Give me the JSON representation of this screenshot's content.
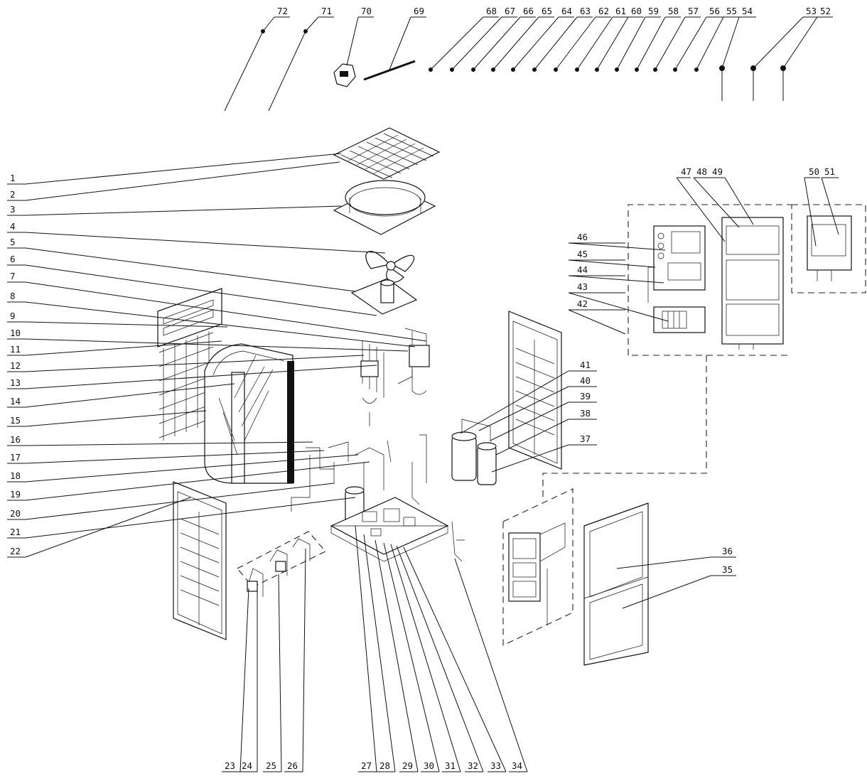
{
  "callouts": {
    "left": [
      "1",
      "2",
      "3",
      "4",
      "5",
      "6",
      "7",
      "8",
      "9",
      "10",
      "11",
      "12",
      "13",
      "14",
      "15",
      "16",
      "17",
      "18",
      "19",
      "20",
      "21",
      "22"
    ],
    "bottom": [
      "23",
      "24",
      "25",
      "26",
      "27",
      "28",
      "29",
      "30",
      "31",
      "32",
      "33",
      "34"
    ],
    "right": [
      "35",
      "36",
      "37",
      "38",
      "39",
      "40",
      "41",
      "42",
      "43",
      "44",
      "45",
      "46"
    ],
    "box": [
      "47",
      "48",
      "49",
      "50",
      "51"
    ],
    "top": [
      "52",
      "53",
      "54",
      "55",
      "56",
      "57",
      "58",
      "59",
      "60",
      "61",
      "62",
      "63",
      "64",
      "65",
      "66",
      "67",
      "68",
      "69",
      "70",
      "71",
      "72"
    ]
  }
}
